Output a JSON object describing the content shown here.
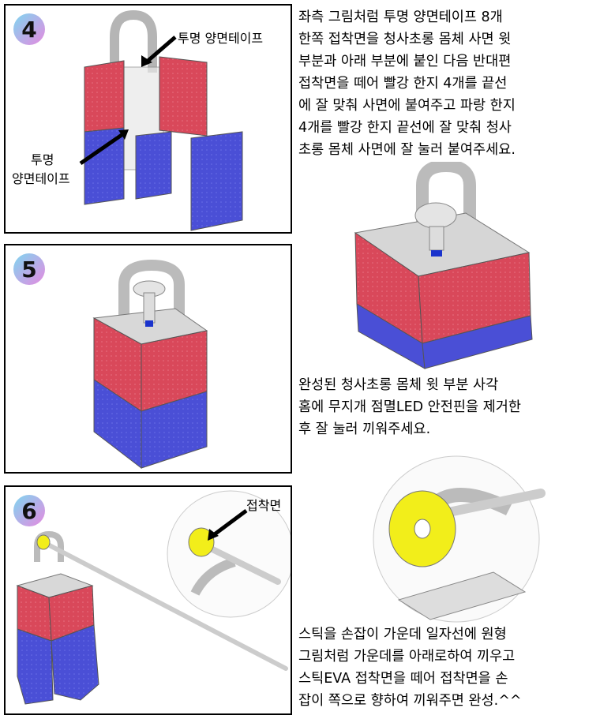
{
  "step4": {
    "number": "4",
    "label_top": "투명 양면테이프",
    "label_left": [
      "투명",
      "양면테이프"
    ],
    "description": [
      "좌측 그림처럼 투명 양면테이프 8개",
      "한쪽 접착면을 청사초롱 몸체 사면 윗",
      "부분과 아래 부분에 붙인 다음 반대편",
      "접착면을 떼어 빨강 한지 4개를 끝선",
      "에 잘 맞춰 사면에 붙여주고 파랑 한지",
      "4개를 빨강 한지 끝선에 잘 맞춰 청사",
      "초롱 몸체 사면에 잘 눌러 붙여주세요."
    ]
  },
  "step5": {
    "number": "5",
    "description": [
      "완성된 청사초롱 몸체 윗 부분 사각",
      "홈에 무지개 점멸LED 안전핀을 제거한",
      "후 잘 눌러 끼워주세요."
    ]
  },
  "step6": {
    "number": "6",
    "label_adhesive": "접착면",
    "description": [
      "스틱을 손잡이 가운데 일자선에 원형",
      "그림처럼 가운데를 아래로하여 끼우고",
      "스틱EVA 접착면을 떼어 접착면을 손",
      "잡이 쪽으로 향하여 끼워주면 완성.^^"
    ]
  },
  "colors": {
    "red_paper": "#d9485a",
    "blue_paper": "#4a4fd6",
    "badge_gradient_start": "#7fd6f0",
    "badge_gradient_end": "#e58ae0",
    "yellow_eva": "#f2ee1a"
  }
}
